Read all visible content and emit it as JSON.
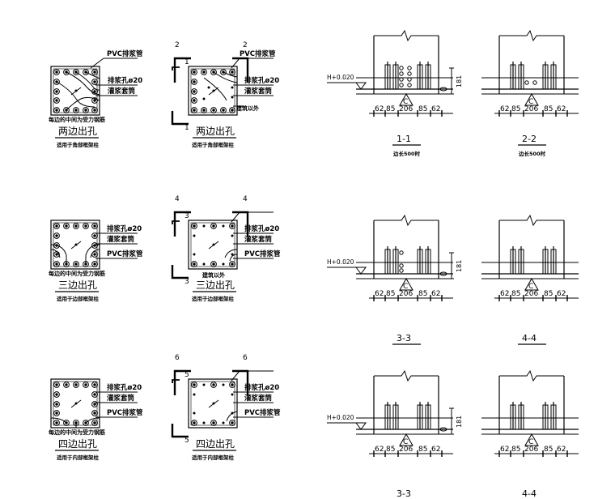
{
  "column_details": [
    {
      "title": "两边出孔",
      "note": "适用于角部框架柱",
      "callout_pvc": "PVC排浆管",
      "callout_hole": "排浆孔ø20",
      "callout_sleeve": "灌浆套筒",
      "bottom_note": "每边的中间为受力钢筋",
      "section_marks": [
        "1",
        "1",
        "2",
        "2"
      ],
      "outside_note": "建筑以外"
    },
    {
      "title": "三边出孔",
      "note": "适用于边部框架柱",
      "callout_hole": "排浆孔ø20",
      "callout_sleeve": "灌浆套筒",
      "callout_pvc": "PVC排浆管",
      "bottom_note": "每边的中间为受力钢筋",
      "section_marks": [
        "3",
        "3",
        "4",
        "4"
      ],
      "outside_note": "建筑以外"
    },
    {
      "title": "四边出孔",
      "note": "适用于内部框架柱",
      "callout_hole": "排浆孔ø20",
      "callout_sleeve": "灌浆套筒",
      "callout_pvc": "PVC排浆管",
      "bottom_note": "每边的中间为受力钢筋",
      "section_marks": [
        "5",
        "5",
        "6",
        "6"
      ]
    }
  ],
  "elevations": [
    {
      "level": "H+0.020",
      "dims": [
        "62",
        "85",
        "206",
        "85",
        "62"
      ],
      "height_dim": "181",
      "marker": "C",
      "labels": [
        "1-1",
        "2-2"
      ],
      "sublabels": [
        "边长500时",
        "边长500时"
      ]
    },
    {
      "level": "H+0.020",
      "dims": [
        "62",
        "85",
        "206",
        "85",
        "62"
      ],
      "height_dim": "181",
      "marker": "C",
      "labels": [
        "3-3",
        "4-4"
      ],
      "sublabels": [
        "",
        ""
      ]
    },
    {
      "level": "H+0.020",
      "dims": [
        "62",
        "85",
        "206",
        "85",
        "62"
      ],
      "height_dim": "181",
      "marker": "C",
      "labels": [
        "3-3",
        "4-4"
      ],
      "sublabels": [
        "",
        ""
      ]
    }
  ]
}
